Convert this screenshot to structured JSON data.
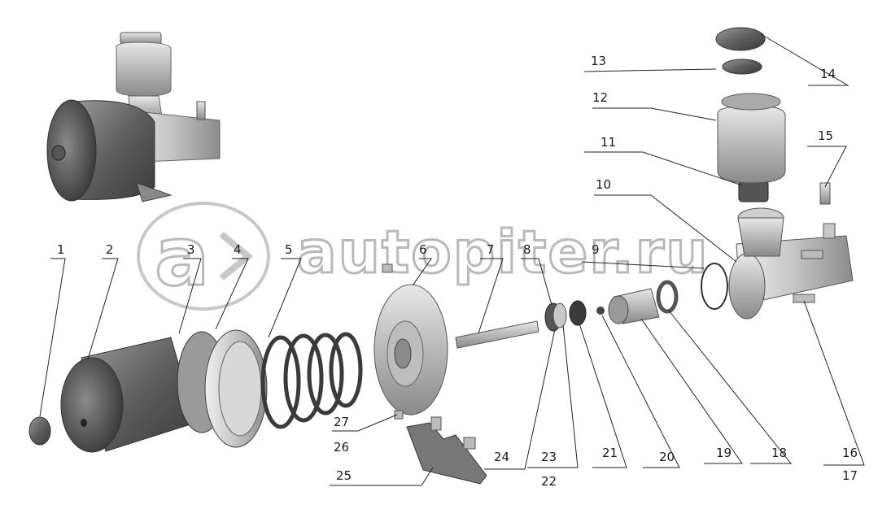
{
  "watermark": {
    "text": "autopiter.ru",
    "logo_letter": "a"
  },
  "callouts": [
    {
      "id": "1",
      "label": "1"
    },
    {
      "id": "2",
      "label": "2"
    },
    {
      "id": "3",
      "label": "3"
    },
    {
      "id": "4",
      "label": "4"
    },
    {
      "id": "5",
      "label": "5"
    },
    {
      "id": "6",
      "label": "6"
    },
    {
      "id": "7",
      "label": "7"
    },
    {
      "id": "8",
      "label": "8"
    },
    {
      "id": "9",
      "label": "9"
    },
    {
      "id": "10",
      "label": "10"
    },
    {
      "id": "11",
      "label": "11"
    },
    {
      "id": "12",
      "label": "12"
    },
    {
      "id": "13",
      "label": "13"
    },
    {
      "id": "14",
      "label": "14"
    },
    {
      "id": "15",
      "label": "15"
    },
    {
      "id": "16",
      "label": "16"
    },
    {
      "id": "17",
      "label": "17"
    },
    {
      "id": "18",
      "label": "18"
    },
    {
      "id": "19",
      "label": "19"
    },
    {
      "id": "20",
      "label": "20"
    },
    {
      "id": "21",
      "label": "21"
    },
    {
      "id": "22",
      "label": "22"
    },
    {
      "id": "23",
      "label": "23"
    },
    {
      "id": "24",
      "label": "24"
    },
    {
      "id": "25",
      "label": "25"
    },
    {
      "id": "26",
      "label": "26"
    },
    {
      "id": "27",
      "label": "27"
    }
  ]
}
